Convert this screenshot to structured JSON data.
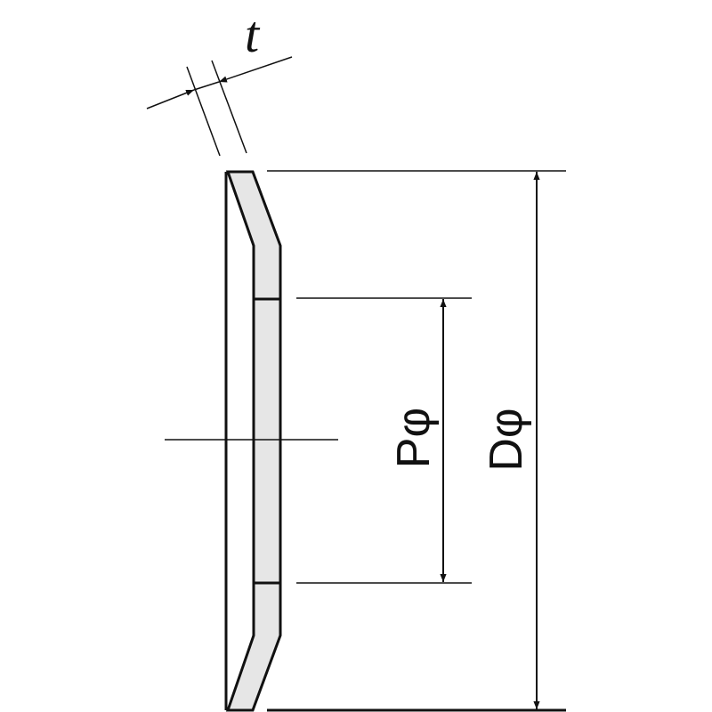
{
  "labels": {
    "thickness": "t",
    "pitch_diameter": "Pφ",
    "outer_diameter": "Dφ"
  },
  "colors": {
    "line": "#111111",
    "fill": "#e6e6e6"
  }
}
